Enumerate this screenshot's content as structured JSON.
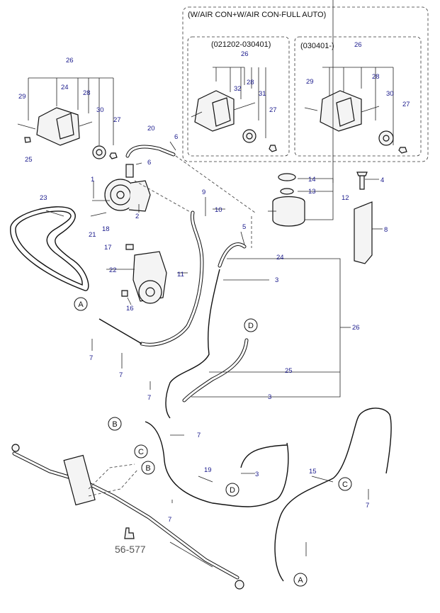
{
  "header": {
    "group_title": "(W/AIR CON+W/AIR CON-FULL AUTO)",
    "range_1": "(021202-030401)",
    "range_2": "(030401-)"
  },
  "reference": "56-577",
  "callouts": {
    "A": "A",
    "B": "B",
    "C": "C",
    "D": "D"
  },
  "labels": {
    "p1": "1",
    "p2": "2",
    "p3a": "3",
    "p3b": "3",
    "p3c": "3",
    "p4": "4",
    "p5": "5",
    "p6a": "6",
    "p6b": "6",
    "p7a": "7",
    "p7b": "7",
    "p7c": "7",
    "p7d": "7",
    "p7e": "7",
    "p7f": "7",
    "p8": "8",
    "p9": "9",
    "p10": "10",
    "p11": "11",
    "p12": "12",
    "p13": "13",
    "p14": "14",
    "p15": "15",
    "p16": "16",
    "p17": "17",
    "p18": "18",
    "p19": "19",
    "p20": "20",
    "p21": "21",
    "p22": "22",
    "p23": "23",
    "p24a": "24",
    "p24b": "24",
    "p25a": "25",
    "p25b": "25",
    "p26a": "26",
    "p26b": "26",
    "p26c": "26",
    "p26d": "26",
    "p27a": "27",
    "p27b": "27",
    "p27c": "27",
    "p28a": "28",
    "p28b": "28",
    "p28c": "28",
    "p29a": "29",
    "p29b": "29",
    "p30a": "30",
    "p30b": "30",
    "p31": "31",
    "p32": "32"
  }
}
